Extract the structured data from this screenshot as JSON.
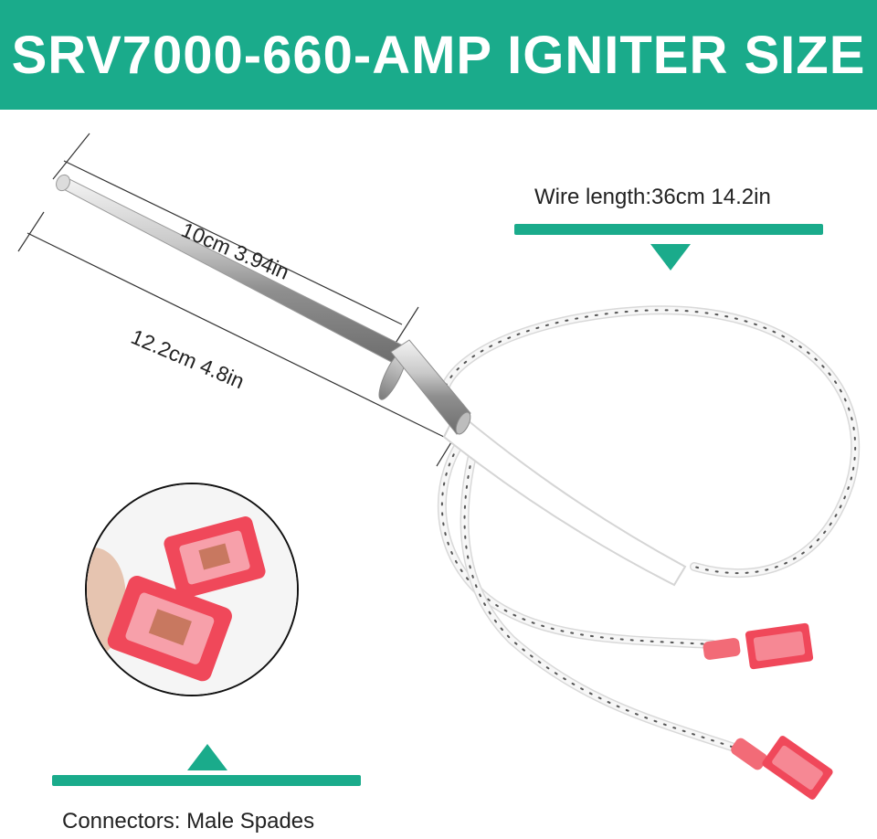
{
  "header": {
    "title": "SRV7000-660-AMP IGNITER SIZE"
  },
  "dimensions": {
    "rod_length": "10cm 3.94in",
    "total_length": "12.2cm 4.8in",
    "wire_length": "Wire length:36cm 14.2in"
  },
  "callouts": {
    "connectors": "Connectors: Male Spades"
  },
  "colors": {
    "accent": "#1aab8b",
    "connector": "#f0485a",
    "wire": "#f4f4f4"
  }
}
